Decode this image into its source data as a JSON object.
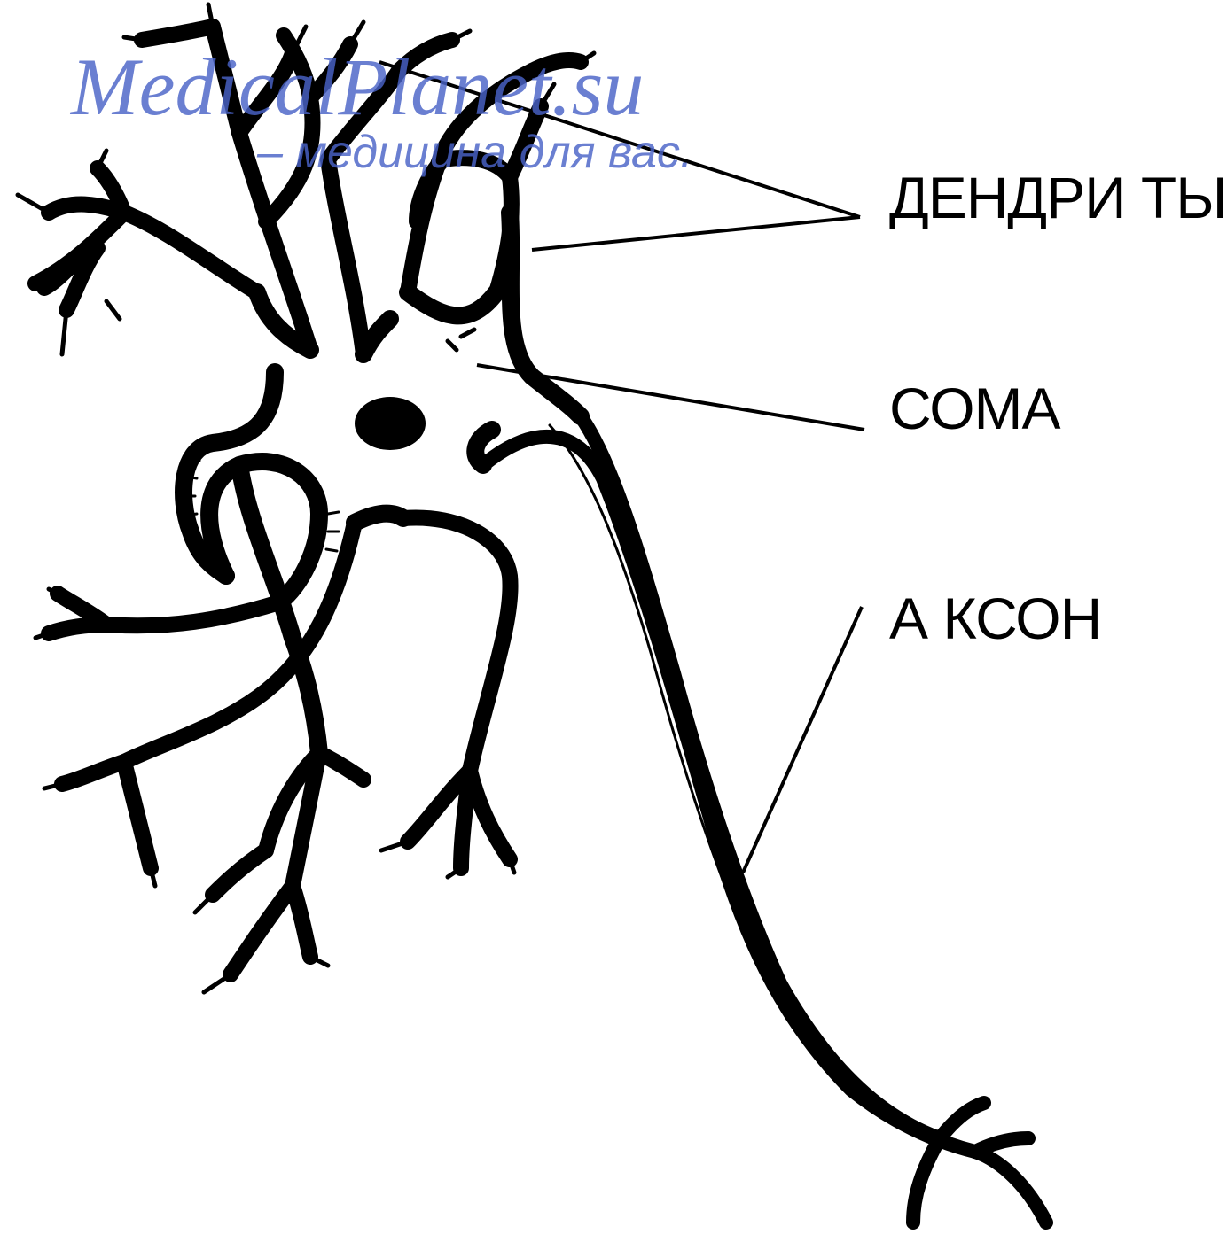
{
  "watermark": {
    "site": "MedicalPlanet.su",
    "tagline": "– медицина для вас.",
    "color": "#4a63c8"
  },
  "labels": {
    "dendrites": "ДЕНДРИ ТЫ",
    "soma": "СОМА",
    "axon": "А КСОН"
  },
  "colors": {
    "ink": "#000000",
    "background": "#ffffff"
  }
}
